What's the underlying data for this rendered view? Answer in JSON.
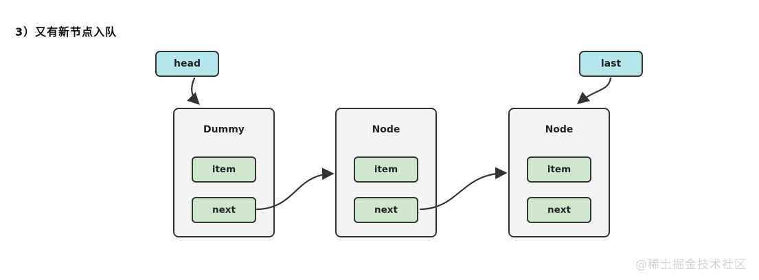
{
  "title": "3）又有新节点入队",
  "pointers": {
    "head": {
      "label": "head"
    },
    "last": {
      "label": "last"
    }
  },
  "nodes": [
    {
      "title": "Dummy",
      "fields": [
        "item",
        "next"
      ]
    },
    {
      "title": "Node",
      "fields": [
        "item",
        "next"
      ]
    },
    {
      "title": "Node",
      "fields": [
        "item",
        "next"
      ]
    }
  ],
  "arrows": [
    {
      "name": "head-to-dummy",
      "from": "head",
      "to": "node-0-top"
    },
    {
      "name": "last-to-node2",
      "from": "last",
      "to": "node-2-top"
    },
    {
      "name": "dummy-next-to-node1",
      "from": "node-0-next",
      "to": "node-1-left"
    },
    {
      "name": "node1-next-to-node2",
      "from": "node-1-next",
      "to": "node-2-left"
    }
  ],
  "watermark": "@稀土掘金技术社区",
  "colors": {
    "pointer_fill": "#b5e7ea",
    "node_fill": "#f4f4f4",
    "field_fill": "#cfe8cd",
    "border": "#333333",
    "watermark": "#d3d3d3"
  }
}
